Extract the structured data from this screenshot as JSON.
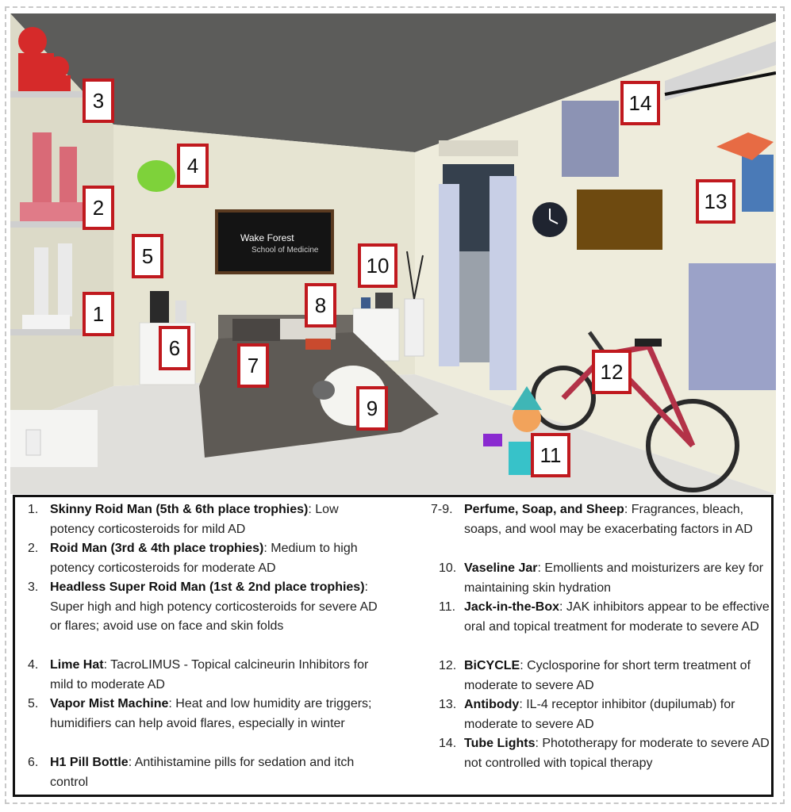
{
  "scene": {
    "logo_line1": "Wake Forest",
    "logo_line2": "School of Medicine",
    "markers": [
      "1",
      "2",
      "3",
      "4",
      "5",
      "6",
      "7",
      "8",
      "9",
      "10",
      "11",
      "12",
      "13",
      "14"
    ]
  },
  "legend": {
    "left": [
      {
        "num": "1.",
        "title": "Skinny Roid Man (5th & 6th place trophies)",
        "desc": ": Low potency corticosteroids for mild AD"
      },
      {
        "num": "2.",
        "title": "Roid Man (3rd & 4th place trophies)",
        "desc": ": Medium to high potency corticosteroids for moderate AD"
      },
      {
        "num": "3.",
        "title": "Headless Super Roid Man (1st & 2nd place trophies)",
        "desc": ": Super high and high potency corticosteroids for severe AD or flares; avoid use on face and skin folds"
      },
      {
        "num": "4.",
        "title": "Lime Hat",
        "desc": ": TacroLIMUS - Topical calcineurin Inhibitors for mild to moderate AD"
      },
      {
        "num": "5.",
        "title": "Vapor Mist Machine",
        "desc": ": Heat and low humidity are triggers; humidifiers can help avoid flares, especially in winter"
      },
      {
        "num": "6.",
        "title": "H1 Pill Bottle",
        "desc": ": Antihistamine pills for sedation and itch control"
      }
    ],
    "right": [
      {
        "num": "7-9.",
        "title": "Perfume, Soap, and Sheep",
        "desc": ": Fragrances, bleach, soaps, and wool may be exacerbating factors in AD"
      },
      {
        "num": "10.",
        "title": "Vaseline Jar",
        "desc": ": Emollients and moisturizers are key for maintaining skin hydration"
      },
      {
        "num": "11.",
        "title": "Jack-in-the-Box",
        "desc": ": JAK inhibitors appear to be effective oral and topical treatment for moderate to severe AD"
      },
      {
        "num": "12.",
        "title": "BiCYCLE",
        "desc": ": Cyclosporine for short term treatment of moderate to severe AD"
      },
      {
        "num": "13.",
        "title": "Antibody",
        "desc": ": IL-4 receptor inhibitor (dupilumab) for moderate to severe AD"
      },
      {
        "num": "14.",
        "title": "Tube Lights",
        "desc": ": Phototherapy for moderate to severe AD not controlled with topical therapy"
      }
    ]
  }
}
